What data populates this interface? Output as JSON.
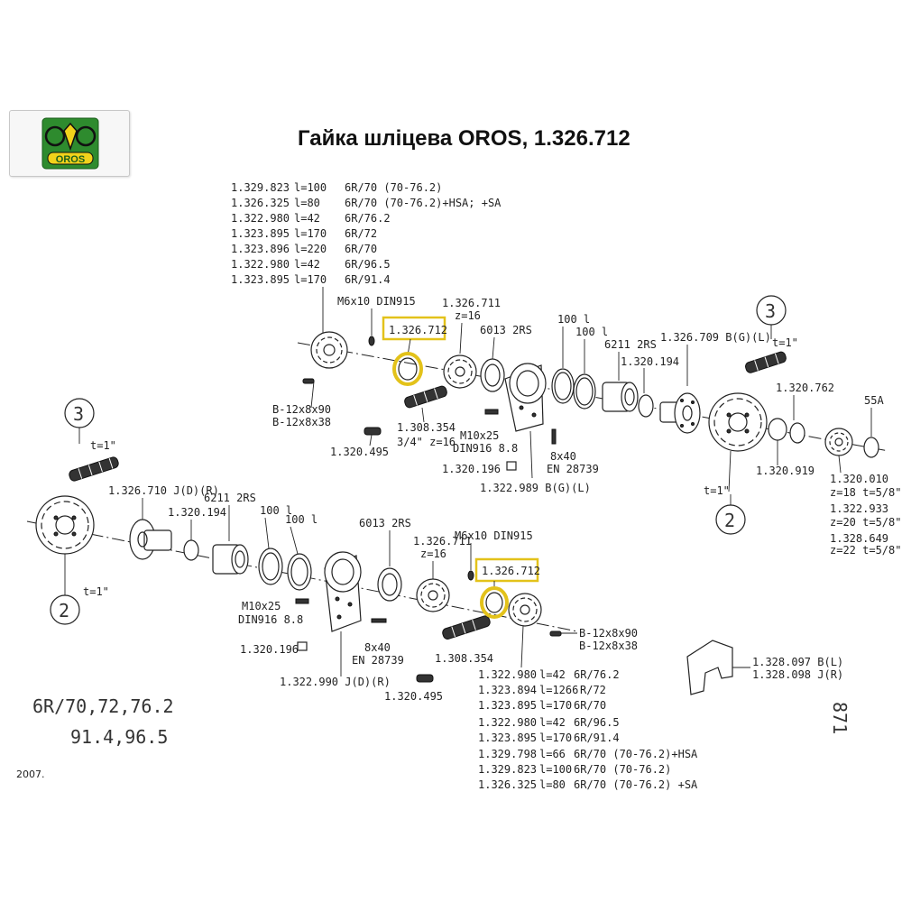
{
  "header": {
    "title": "Гайка шліцева OROS, 1.326.712",
    "logo_text": "OROS",
    "brand_colors": {
      "logo_green": "#2e8b2e",
      "logo_yellow": "#f2d21b",
      "highlight_frame": "#e3c21a"
    }
  },
  "top_parts_list": [
    {
      "code": "1.329.823",
      "len": "l=100",
      "spec": "6R/70 (70-76.2)"
    },
    {
      "code": "1.326.325",
      "len": "l=80",
      "spec": "6R/70 (70-76.2)+HSA; +SA"
    },
    {
      "code": "1.322.980",
      "len": "l=42",
      "spec": "6R/76.2"
    },
    {
      "code": "1.323.895",
      "len": "l=170",
      "spec": "6R/72"
    },
    {
      "code": "1.323.896",
      "len": "l=220",
      "spec": "6R/70"
    },
    {
      "code": "1.322.980",
      "len": "l=42",
      "spec": "6R/96.5"
    },
    {
      "code": "1.323.895",
      "len": "l=170",
      "spec": "6R/91.4"
    }
  ],
  "bottom_parts_list": [
    {
      "code": "1.322.980",
      "len": "l=42",
      "spec": "6R/76.2"
    },
    {
      "code": "1.323.894",
      "len": "l=1266",
      "spec": "R/72"
    },
    {
      "code": "1.323.895",
      "len": "l=170",
      "spec": "6R/70"
    },
    {
      "code": "1.322.980",
      "len": "l=42",
      "spec": "6R/96.5"
    },
    {
      "code": "1.323.895",
      "len": "l=170",
      "spec": "6R/91.4"
    },
    {
      "code": "1.329.798",
      "len": "l=66",
      "spec": "6R/70 (70-76.2)+HSA"
    },
    {
      "code": "1.329.823",
      "len": "l=100",
      "spec": "6R/70 (70-76.2)"
    },
    {
      "code": "1.326.325",
      "len": "l=80",
      "spec": "6R/70 (70-76.2) +SA"
    }
  ],
  "upper_labels": {
    "bolt": "M6x10 DIN915",
    "highlighted": "1.326.712",
    "sprocket_code": "1.326.711",
    "sprocket_z": "z=16",
    "bearing": "6013 2RS",
    "ring1": "100 l",
    "ring2": "100 l",
    "bearing2": "6211 2RS",
    "hub": "1.326.709 B(G)(L)",
    "part_1320194": "1.320.194",
    "part_1320762": "1.320.762",
    "part_55A": "55A",
    "circle_3": "3",
    "pitch_1": "t=1\"",
    "key1": "B-12x8x90",
    "key2": "B-12x8x38",
    "chain": "1.308.354",
    "chain_spec": "3/4\" z=16",
    "part_1320495": "1.320.495",
    "screw": "M10x25",
    "screw_std": "DIN916 8.8",
    "part_1320196": "1.320.196",
    "pin": "8x40",
    "pin_std": "EN 28739",
    "housing": "1.322.989 B(G)(L)",
    "pitch_2": "t=1\"",
    "circle_2": "2",
    "part_1320919": "1.320.919",
    "part_1320010": "1.320.010",
    "spec_010": "z=18 t=5/8\"",
    "part_1322933": "1.322.933",
    "spec_933": "z=20 t=5/8\"",
    "part_1328649": "1.328.649",
    "spec_649": "z=22 t=5/8\""
  },
  "lower_labels": {
    "circle_3": "3",
    "pitch_top": "t=1\"",
    "hub": "1.326.710 J(D)(R)",
    "part_1320194": "1.320.194",
    "bearing2": "6211 2RS",
    "ring1": "100 l",
    "ring2": "100 l",
    "bearing": "6013 2RS",
    "sprocket_code": "1.326.711",
    "sprocket_z": "z=16",
    "bolt": "M6x10 DIN915",
    "highlighted": "1.326.712",
    "circle_2": "2",
    "pitch_bottom": "t=1\"",
    "screw": "M10x25",
    "screw_std": "DIN916 8.8",
    "part_1320196": "1.320.196",
    "pin": "8x40",
    "pin_std": "EN 28739",
    "chain": "1.308.354",
    "key1": "B-12x8x90",
    "key2": "B-12x8x38",
    "housing": "1.322.990 J(D)(R)",
    "part_1320495": "1.320.495",
    "bracket1": "1.328.097 B(L)",
    "bracket2": "1.328.098 J(R)"
  },
  "footer": {
    "models_line1": "6R/70,72,76.2",
    "models_line2": "91.4,96.5",
    "year": "2007.",
    "page_number": "871"
  }
}
